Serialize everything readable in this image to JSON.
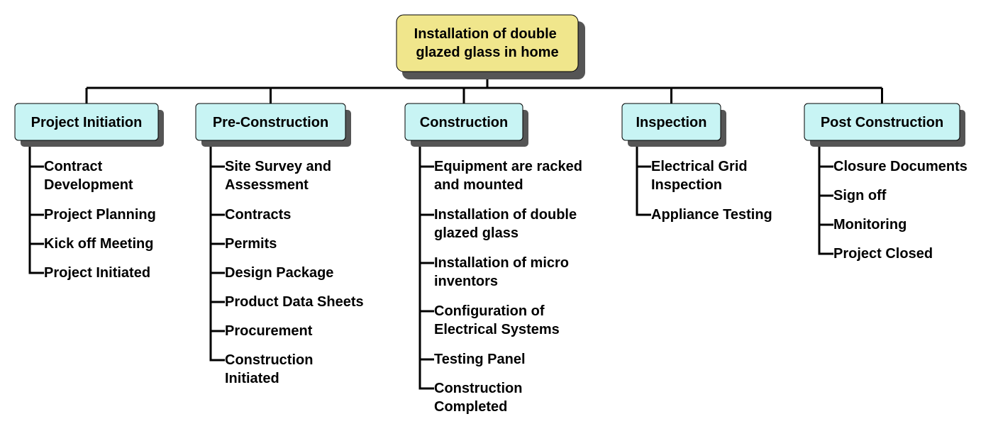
{
  "root": {
    "label": "Installation of double\nglazed glass in home",
    "fill": "#f0e68c"
  },
  "phase_fill": "#c8f4f4",
  "phases": [
    {
      "label": "Project Initiation",
      "items": [
        "Contract\nDevelopment",
        "Project Planning",
        "Kick off Meeting",
        "Project Initiated"
      ]
    },
    {
      "label": "Pre-Construction",
      "items": [
        "Site Survey and\nAssessment",
        "Contracts",
        "Permits",
        "Design Package",
        "Product Data Sheets",
        "Procurement",
        "Construction\nInitiated"
      ]
    },
    {
      "label": "Construction",
      "items": [
        "Equipment are racked\nand mounted",
        "Installation of double\nglazed glass",
        "Installation of micro\ninventors",
        "Configuration of\nElectrical Systems",
        "Testing Panel",
        "Construction\nCompleted"
      ]
    },
    {
      "label": "Inspection",
      "items": [
        "Electrical Grid\nInspection",
        "Appliance Testing"
      ]
    },
    {
      "label": "Post Construction",
      "items": [
        "Closure Documents",
        "Sign off",
        "Monitoring",
        "Project Closed"
      ]
    }
  ]
}
